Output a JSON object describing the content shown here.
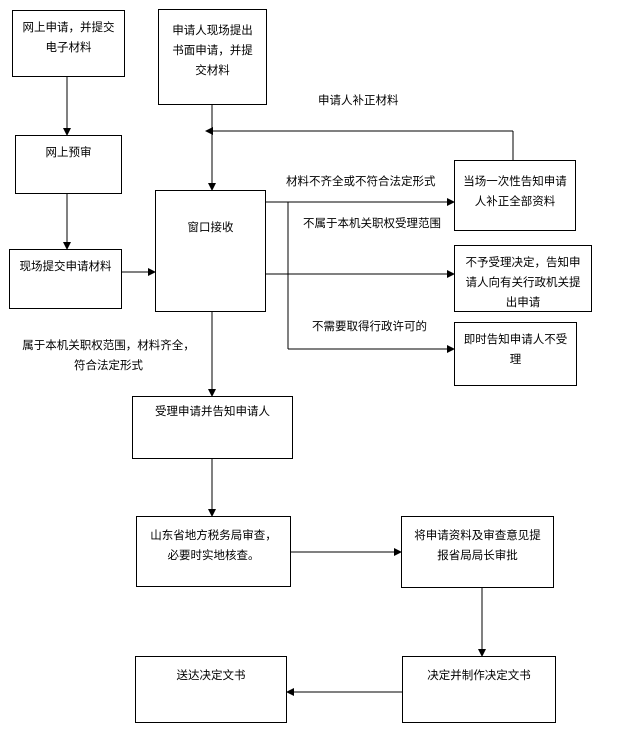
{
  "nodes": {
    "online_apply": "网上申请，并提交电子材料",
    "onsite_written": "申请人现场提出书面申请，并提交材料",
    "online_precheck": "网上预审",
    "onsite_submit": "现场提交申请材料",
    "window_receive": "窗口接收",
    "notify_supplement": "当场一次性告知申请人补正全部资料",
    "reject_decision": "不予受理决定，告知申请人向有关行政机关提出申请",
    "notify_not_accept": "即时告知申请人不受理",
    "accept_notify": "受理申请并告知申请人",
    "provincial_review": "山东省地方税务局审查，必要时实地核查。",
    "submit_director": "将申请资料及审查意见提报省局局长审批",
    "decide_make_doc": "决定并制作决定文书",
    "deliver_doc": "送达决定文书"
  },
  "edge_labels": {
    "applicant_supplement": "申请人补正材料",
    "incomplete_materials": "材料不齐全或不符合法定形式",
    "out_of_scope": "不属于本机关职权受理范围",
    "no_permit_needed": "不需要取得行政许可的",
    "in_scope_complete": "属于本机关职权范围，材料齐全，符合法定形式"
  }
}
